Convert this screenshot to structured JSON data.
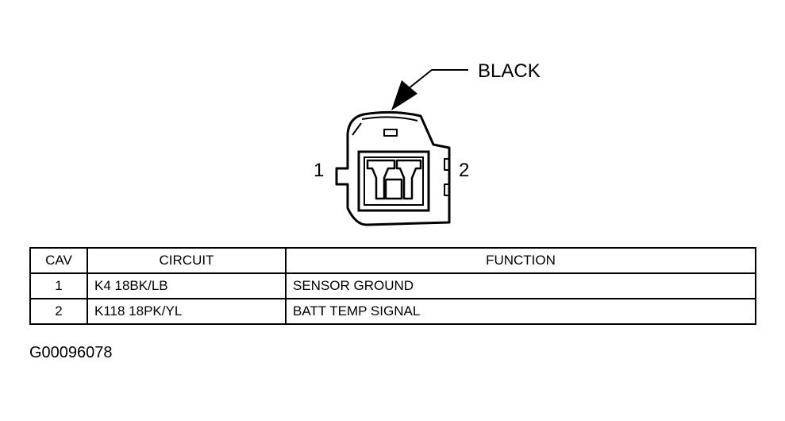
{
  "connector": {
    "color_label": "BLACK",
    "pin_labels": [
      "1",
      "2"
    ]
  },
  "table": {
    "headers": [
      "CAV",
      "CIRCUIT",
      "FUNCTION"
    ],
    "rows": [
      {
        "cav": "1",
        "circuit": "K4 18BK/LB",
        "function": "SENSOR GROUND"
      },
      {
        "cav": "2",
        "circuit": "K118 18PK/YL",
        "function": "BATT TEMP SIGNAL"
      }
    ]
  },
  "figure_id": "G00096078"
}
